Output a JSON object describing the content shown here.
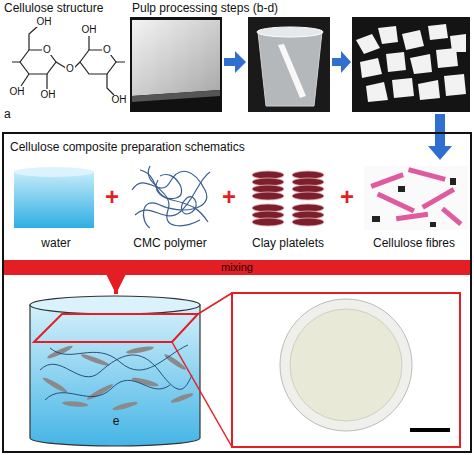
{
  "diagram": {
    "nodes": [
      {
        "text": [
          "Cellulose composite preparation schematics"
        ]
      },
      {
        "text": [
          "water"
        ],
        "in": 0
      },
      {
        "text": [
          "CMC polymer"
        ],
        "in": 0
      },
      {
        "text": [
          "Clay platelets"
        ],
        "in": 0
      },
      {
        "text": [
          "Cellulose fibres"
        ],
        "in": 0
      },
      {
        "text": [
          "mixing"
        ],
        "in": 0
      },
      {
        "text": [
          "e"
        ],
        "in": 0
      }
    ],
    "edges": [
      {
        "from": 5,
        "to": 6,
        "arrow": "to"
      }
    ],
    "labels": [
      "Cellulose structure",
      "OH",
      "O",
      "OH",
      "OH",
      "O",
      "OH",
      "O",
      "OH",
      "a",
      "Pulp processing steps (b-d)",
      "+",
      "+",
      "+"
    ]
  }
}
